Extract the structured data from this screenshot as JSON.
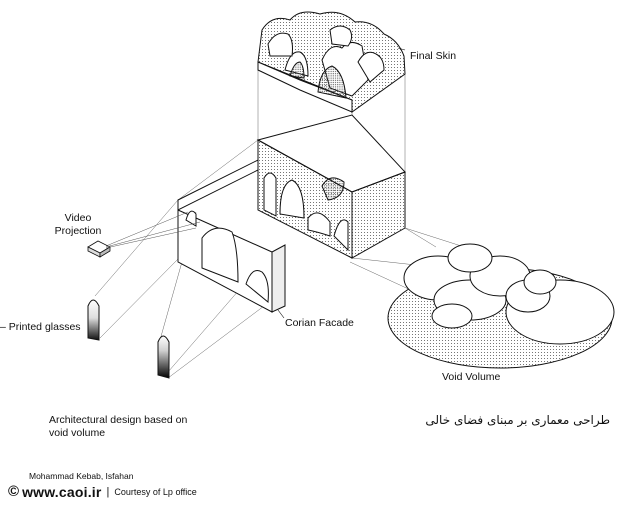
{
  "labels": {
    "final_skin": "Final Skin",
    "video": "Video",
    "projection": "Projection",
    "printed_glasses": "– Printed glasses",
    "corian_facade": "Corian Facade",
    "void_volume": "Void Volume"
  },
  "captions": {
    "english_line1": "Architectural design based on",
    "english_line2": "void volume",
    "persian": "طراحی معماری بر مبنای فضای خالی"
  },
  "credits": {
    "author": "Mohammad Kebab, Isfahan",
    "copyright_symbol": "©",
    "site": "www.caoi.ir",
    "separator": "|",
    "courtesy": "Courtesy of Lp office"
  }
}
